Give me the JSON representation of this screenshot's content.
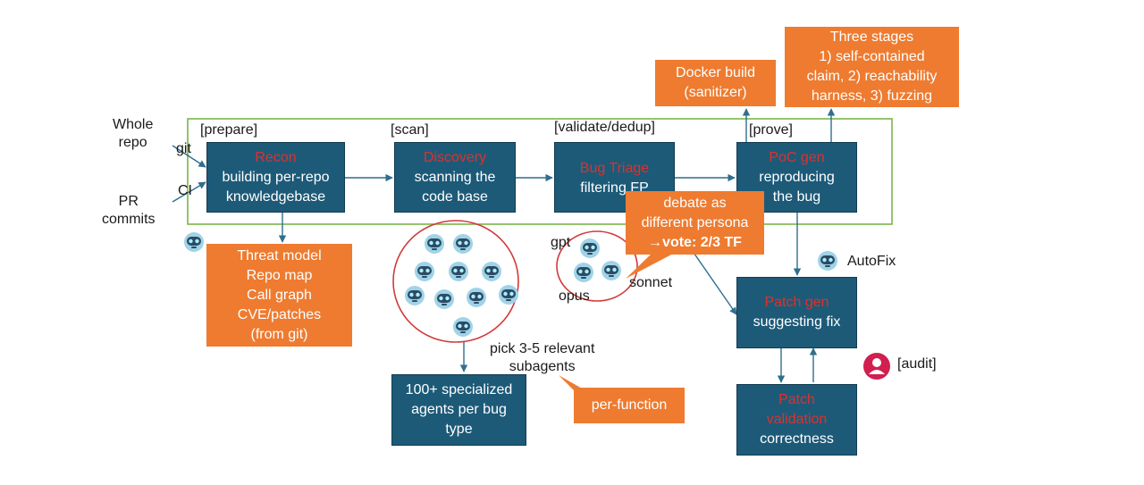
{
  "inputs": {
    "whole_repo": "Whole\nrepo",
    "pr_commits": "PR\ncommits",
    "git": "git",
    "ci": "CI"
  },
  "stages": {
    "prepare": "[prepare]",
    "scan": "[scan]",
    "validate": "[validate/dedup]",
    "prove": "[prove]"
  },
  "boxes": {
    "recon": {
      "title": "Recon",
      "text": "building per-repo\nknowledgebase"
    },
    "discovery": {
      "title": "Discovery",
      "text": "scanning the\ncode base"
    },
    "triage": {
      "title": "Bug Triage",
      "text": "filtering FP"
    },
    "poc": {
      "title": "PoC gen",
      "text": "reproducing\nthe bug"
    },
    "patch_gen": {
      "title": "Patch gen",
      "text": "suggesting fix"
    },
    "patch_val": {
      "title": "Patch\nvalidation",
      "text": "correctness"
    }
  },
  "notes": {
    "docker": "Docker build\n(sanitizer)",
    "three_stages": "Three stages\n1) self-contained\nclaim, 2) reachability\nharness, 3) fuzzing",
    "threat": "Threat model\nRepo map\nCall graph\nCVE/patches\n(from git)",
    "debate": "debate as\ndifferent persona",
    "vote": "→vote: 2/3 TF",
    "agents": "100+ specialized\nagents per bug\ntype",
    "per_function": "per-function"
  },
  "labels": {
    "gpt": "gpt",
    "opus": "opus",
    "sonnet": "sonnet",
    "pick": "pick 3-5 relevant\nsubagents",
    "autofix": "AutoFix",
    "audit": "[audit]"
  },
  "colors": {
    "blue": "#1d5a78",
    "orange": "#ee7b30",
    "red_text": "#e0302a",
    "green_frame": "#7ab648",
    "circle": "#d23a3a"
  }
}
